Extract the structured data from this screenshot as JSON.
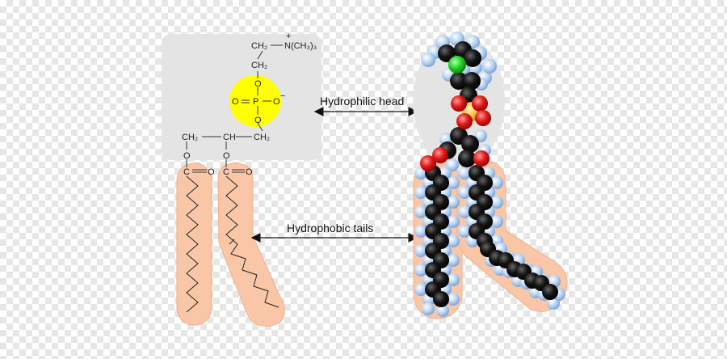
{
  "labels": {
    "head": "Hydrophilic head",
    "tails": "Hydrophobic tails"
  },
  "chem": {
    "ch2_top": "CH₂",
    "nme3": "N(CH₃)₃",
    "plus": "+",
    "ch2_2": "CH₂",
    "o1": "O",
    "p": "P",
    "o_left": "O",
    "o_right": "O",
    "minus": "−",
    "o2": "O",
    "ch2_left": "CH₂",
    "ch_mid": "CH",
    "ch2_right": "CH₂",
    "o_ester1": "O",
    "o_ester2": "O",
    "c1": "C",
    "o_carb1": "O",
    "c2": "C",
    "o_carb2": "O"
  },
  "colors": {
    "head_box": "#e4e4e4",
    "tail_fill": "#f9c7a8",
    "tail_stroke": "#f2a77e",
    "phosphate": "#ffff00",
    "carbon": "#111111",
    "hydrogen": "#a9c8ec",
    "oxygen": "#e3151b",
    "nitrogen": "#1fd31f",
    "phosphorus": "#f4c94e"
  }
}
